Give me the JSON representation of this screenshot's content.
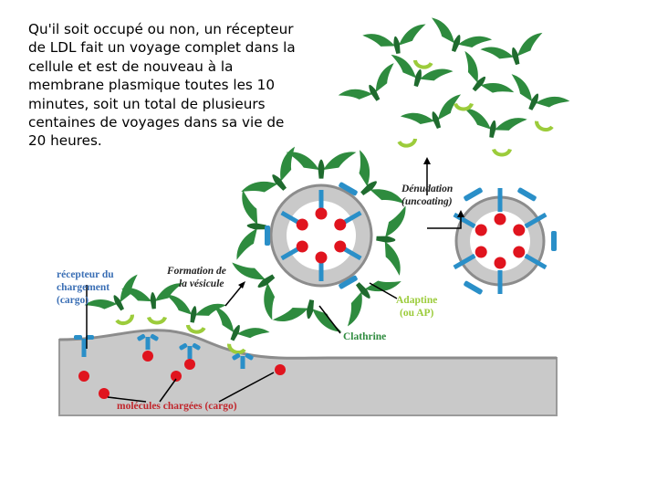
{
  "caption": {
    "lines": [
      "Qu'il soit occupé ou non, un récepteur",
      "de LDL fait un voyage complet dans la",
      "cellule et est de nouveau à la",
      "membrane plasmique toutes les 10",
      "minutes, soit un total de plusieurs",
      "centaines de voyages dans sa vie de",
      "20 heures."
    ]
  },
  "diagram": {
    "labels": {
      "recepteur": [
        "récepteur du",
        "chargement",
        "(cargo)"
      ],
      "formation": [
        "Formation de",
        "la vésicule"
      ],
      "denudation": [
        "Dénudation",
        "(uncoating)"
      ],
      "adaptine": [
        "Adaptine",
        "(ou AP)"
      ],
      "clathrine": "Clathrine",
      "molecules": "molécules chargées (cargo)"
    },
    "colors": {
      "clathrin": "#2e8b3e",
      "clathrin_dark": "#1f6b2e",
      "adaptin": "#9ccc3b",
      "receptor": "#2a8fc8",
      "cargo": "#e0141e",
      "membrane": "#c9c9c9",
      "membrane_edge": "#9a9a9a",
      "label_blue": "#3b6fb5",
      "label_red": "#c1272d"
    }
  }
}
